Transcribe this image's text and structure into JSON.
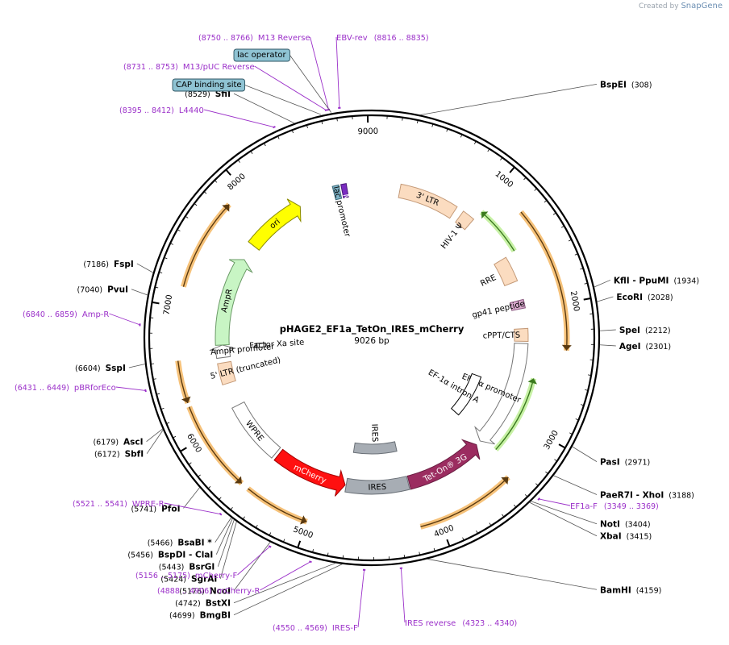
{
  "watermark": {
    "prefix": "Created by",
    "brand": "SnapGene"
  },
  "plasmid": {
    "name": "pHAGE2_EF1a_TetOn_IRES_mCherry",
    "size_label": "9026 bp",
    "length": 9026
  },
  "ticks": [
    {
      "pos": 1000,
      "label": "1000"
    },
    {
      "pos": 2000,
      "label": "2000"
    },
    {
      "pos": 3000,
      "label": "3000"
    },
    {
      "pos": 4000,
      "label": "4000"
    },
    {
      "pos": 5000,
      "label": "5000"
    },
    {
      "pos": 6000,
      "label": "6000"
    },
    {
      "pos": 7000,
      "label": "7000"
    },
    {
      "pos": 8000,
      "label": "8000"
    },
    {
      "pos": 9000,
      "label": "9000"
    }
  ],
  "sites": [
    {
      "name": "BspEI",
      "pos_text": "(308)",
      "bp": 308,
      "side": "right",
      "pos_first": false
    },
    {
      "name": "KflI  - PpuMI",
      "pos_text": "(1934)",
      "bp": 1934,
      "side": "right",
      "pos_first": false
    },
    {
      "name": "EcoRI",
      "pos_text": "(2028)",
      "bp": 2028,
      "side": "right",
      "pos_first": false
    },
    {
      "name": "SpeI",
      "pos_text": "(2212)",
      "bp": 2212,
      "side": "right",
      "pos_first": false
    },
    {
      "name": "AgeI",
      "pos_text": "(2301)",
      "bp": 2301,
      "side": "right",
      "pos_first": false
    },
    {
      "name": "PasI",
      "pos_text": "(2971)",
      "bp": 2971,
      "side": "right",
      "pos_first": false
    },
    {
      "name": "PaeR7I  - XhoI",
      "pos_text": "(3188)",
      "bp": 3188,
      "side": "right",
      "pos_first": false
    },
    {
      "name": "NotI",
      "pos_text": "(3404)",
      "bp": 3404,
      "side": "right",
      "pos_first": false
    },
    {
      "name": "XbaI",
      "pos_text": "(3415)",
      "bp": 3415,
      "side": "right",
      "pos_first": false
    },
    {
      "name": "BamHI",
      "pos_text": "(4159)",
      "bp": 4159,
      "side": "right",
      "pos_first": false
    },
    {
      "name": "BmgBI",
      "pos_text": "(4699)",
      "bp": 4699,
      "side": "left",
      "pos_first": true
    },
    {
      "name": "BstXI",
      "pos_text": "(4742)",
      "bp": 4742,
      "side": "left",
      "pos_first": true
    },
    {
      "name": "NcoI",
      "pos_text": "(5176)",
      "bp": 5176,
      "side": "left",
      "pos_first": true
    },
    {
      "name": "SgrAI",
      "pos_text": "(5424)",
      "bp": 5424,
      "side": "left",
      "pos_first": true
    },
    {
      "name": "BsrGI",
      "pos_text": "(5443)",
      "bp": 5443,
      "side": "left",
      "pos_first": true
    },
    {
      "name": "BspDI  - ClaI",
      "pos_text": "(5456)",
      "bp": 5456,
      "side": "left",
      "pos_first": true
    },
    {
      "name": "BsaBI *",
      "pos_text": "(5466)",
      "bp": 5466,
      "side": "left",
      "pos_first": true
    },
    {
      "name": "PfoI",
      "pos_text": "(5741)",
      "bp": 5741,
      "side": "left",
      "pos_first": true
    },
    {
      "name": "SbfI",
      "pos_text": "(6172)",
      "bp": 6172,
      "side": "left",
      "pos_first": true
    },
    {
      "name": "AscI",
      "pos_text": "(6179)",
      "bp": 6179,
      "side": "left",
      "pos_first": true
    },
    {
      "name": "SspI",
      "pos_text": "(6604)",
      "bp": 6604,
      "side": "left",
      "pos_first": true
    },
    {
      "name": "PvuI",
      "pos_text": "(7040)",
      "bp": 7040,
      "side": "left",
      "pos_first": true
    },
    {
      "name": "FspI",
      "pos_text": "(7186)",
      "bp": 7186,
      "side": "left",
      "pos_first": true
    },
    {
      "name": "SfiI",
      "pos_text": "(8529)",
      "bp": 8529,
      "side": "left",
      "pos_first": true
    }
  ],
  "primers": [
    {
      "name": "M13 Reverse",
      "range": "(8750 .. 8766)",
      "bp": 8758,
      "pos_first": true
    },
    {
      "name": "EBV-rev",
      "range": "(8816 .. 8835)",
      "bp": 8825,
      "pos_first": false
    },
    {
      "name": "M13/pUC Reverse",
      "range": "(8731 .. 8753)",
      "bp": 8742,
      "pos_first": true
    },
    {
      "name": "L4440",
      "range": "(8395 .. 8412)",
      "bp": 8403,
      "pos_first": true
    },
    {
      "name": "Amp-R",
      "range": "(6840 .. 6859)",
      "bp": 6850,
      "pos_first": true
    },
    {
      "name": "pBRforEco",
      "range": "(6431 .. 6449)",
      "bp": 6440,
      "pos_first": true
    },
    {
      "name": "WPRE-R",
      "range": "(5521 .. 5541)",
      "bp": 5531,
      "pos_first": true
    },
    {
      "name": "mCherry-F",
      "range": "(5156 .. 5175)",
      "bp": 5165,
      "pos_first": true
    },
    {
      "name": "mCherry-R",
      "range": "(4888 .. 4906)",
      "bp": 4897,
      "pos_first": true
    },
    {
      "name": "IRES-F",
      "range": "(4550 .. 4569)",
      "bp": 4560,
      "pos_first": true
    },
    {
      "name": "IRES reverse",
      "range": "(4323 .. 4340)",
      "bp": 4331,
      "pos_first": false
    },
    {
      "name": "EF1a-F",
      "range": "(3349 .. 3369)",
      "bp": 3359,
      "pos_first": false
    }
  ],
  "boxed_labels": [
    {
      "name": "lac operator",
      "bp": 8770
    },
    {
      "name": "CAP binding site",
      "bp": 8705
    }
  ],
  "features": [
    {
      "name": "3' LTR",
      "start": 270,
      "end": 830,
      "color": "#fbdcc0",
      "stroke": "#c49a78",
      "shape": "box"
    },
    {
      "name": "HIV-1 Ψ",
      "start": 900,
      "end": 1020,
      "color": "#fbdcc0",
      "stroke": "#c49a78",
      "shape": "box"
    },
    {
      "name": "RRE",
      "start": 1480,
      "end": 1720,
      "color": "#fbdcc0",
      "stroke": "#c49a78",
      "shape": "box"
    },
    {
      "name": "gp41 peptide",
      "start": 1900,
      "end": 1980,
      "color": "#d8a8cc",
      "stroke": "#8a5a80",
      "shape": "box"
    },
    {
      "name": "cPPT/CTS",
      "start": 2170,
      "end": 2290,
      "color": "#fbdcc0",
      "stroke": "#c49a78",
      "shape": "box"
    },
    {
      "name": "EF-1α promoter",
      "start": 2310,
      "end": 3350,
      "color": "#ffffff",
      "stroke": "#777777",
      "shape": "arrow"
    },
    {
      "name": "Tet-On® 3G",
      "start": 3400,
      "end": 4150,
      "color": "#9b2c60",
      "stroke": "#6a1e42",
      "shape": "arrowccw"
    },
    {
      "name": "IRES",
      "start": 4160,
      "end": 4760,
      "color": "#a7adb4",
      "stroke": "#6a7077",
      "shape": "box"
    },
    {
      "name": "mCherry",
      "start": 4770,
      "end": 5480,
      "color": "#ff1010",
      "stroke": "#a00000",
      "shape": "arrowccw"
    },
    {
      "name": "WPRE",
      "start": 5510,
      "end": 6100,
      "color": "#ffffff",
      "stroke": "#777777",
      "shape": "box"
    },
    {
      "name": "5' LTR (truncated)",
      "start": 6330,
      "end": 6530,
      "color": "#fbdcc0",
      "stroke": "#c49a78",
      "shape": "box"
    },
    {
      "name": "AmpR promoter",
      "start": 6580,
      "end": 6700,
      "color": "#ffffff",
      "stroke": "#777777",
      "shape": "arrowcw"
    },
    {
      "name": "AmpR",
      "start": 6700,
      "end": 7560,
      "color": "#c8f5c4",
      "stroke": "#6a9a66",
      "shape": "arrowcw"
    },
    {
      "name": "ori",
      "start": 7720,
      "end": 8310,
      "color": "#ffff00",
      "stroke": "#8a8a00",
      "shape": "arrowcw"
    },
    {
      "name": "lac promoter",
      "start": 8660,
      "end": 8720,
      "color": "#7fb4c8",
      "stroke": "#3a6a7a",
      "shape": "box"
    },
    {
      "name": "M13 rev",
      "start": 8740,
      "end": 8790,
      "color": "#7a2cc0",
      "stroke": "#4a1a7a",
      "shape": "box"
    }
  ],
  "inner_features": [
    {
      "name": "IRES",
      "start": 4200,
      "end": 4740,
      "color": "#a7adb4",
      "stroke": "#6a7077"
    },
    {
      "name": "EF-1α intron A",
      "start": 2750,
      "end": 3300,
      "color": "#ffffff",
      "stroke": "#000000"
    },
    {
      "name": "Factor Xa site",
      "start": 6650,
      "end": 6700,
      "color": "#ffffff",
      "stroke": "#000000"
    }
  ],
  "orfs": [
    {
      "start": 1250,
      "end": 2350,
      "dir": "cw"
    },
    {
      "start": 3400,
      "end": 4150,
      "dir": "ccw"
    },
    {
      "start": 5000,
      "end": 5500,
      "dir": "ccw"
    },
    {
      "start": 5560,
      "end": 6250,
      "dir": "ccw"
    },
    {
      "start": 6280,
      "end": 6600,
      "dir": "ccw"
    },
    {
      "start": 7150,
      "end": 7850,
      "dir": "cw"
    }
  ],
  "green_arcs": [
    {
      "start": 1030,
      "end": 1470,
      "dir": "ccw"
    },
    {
      "start": 2610,
      "end": 3310,
      "dir": "ccw"
    }
  ]
}
